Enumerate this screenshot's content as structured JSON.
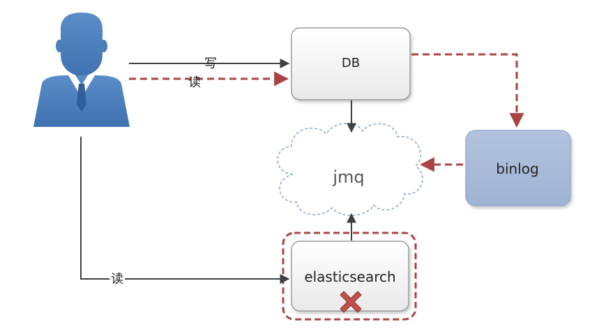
{
  "nodes": {
    "db": {
      "label": "DB"
    },
    "jmq": {
      "label": "jmq"
    },
    "binlog": {
      "label": "binlog"
    },
    "elasticsearch": {
      "label": "elasticsearch"
    }
  },
  "edges": {
    "user_write_db": {
      "label": "写"
    },
    "user_read_db": {
      "label": "读"
    },
    "user_read_es": {
      "label": "读"
    }
  },
  "colors": {
    "user_icon": "#4a7ebb",
    "solid_arrow": "#404040",
    "dashed_arrow": "#a94442",
    "node_border": "#7f7f7f",
    "binlog_fill": "#a7b9d8",
    "cloud_border": "#7f9ec7",
    "failure_mark": "#c0504d"
  },
  "icons": {
    "user": "user-icon",
    "failure": "close-icon"
  }
}
